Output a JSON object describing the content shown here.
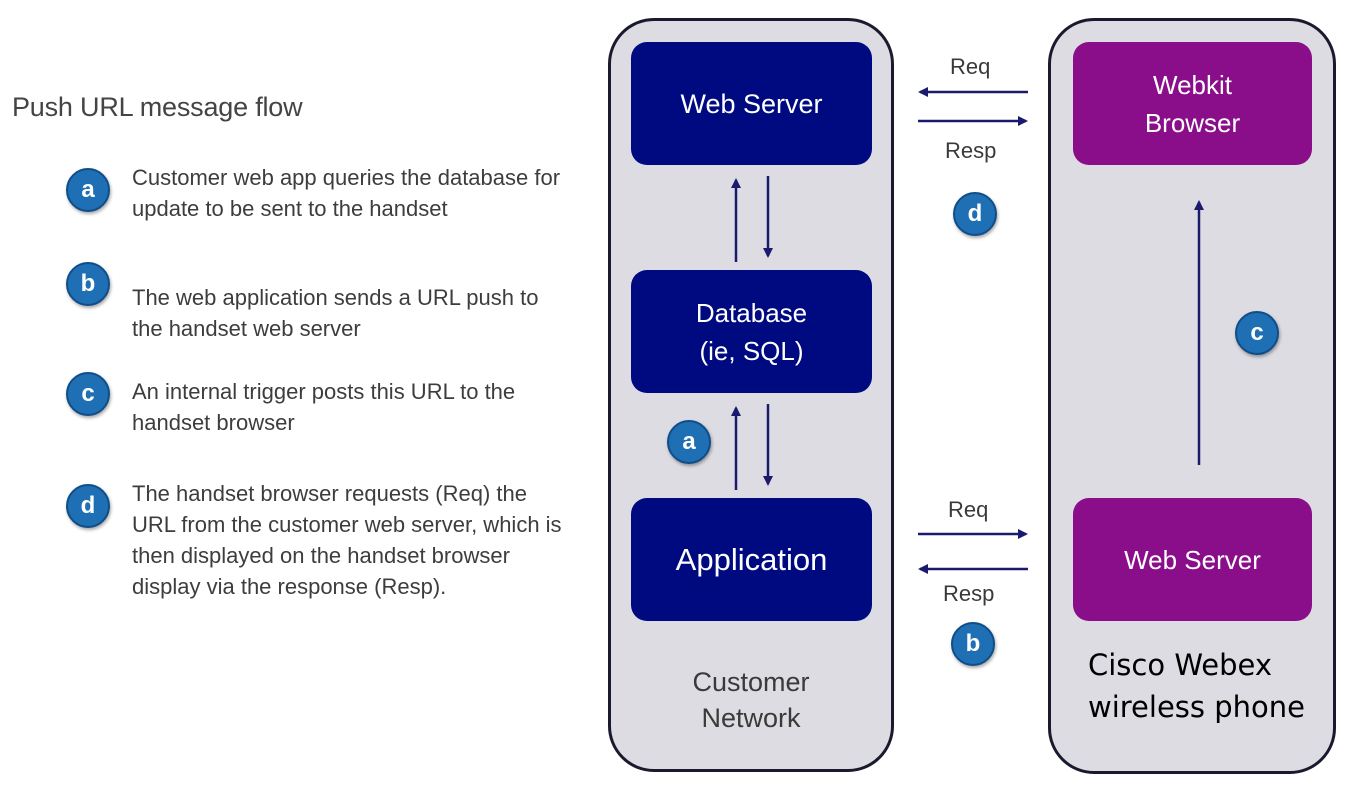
{
  "title": "Push URL message flow",
  "steps": [
    {
      "letter": "a",
      "text": "Customer web app queries the database for update to be sent to the handset"
    },
    {
      "letter": "b",
      "text": "The web application sends a URL push to the handset web server"
    },
    {
      "letter": "c",
      "text": "An internal trigger posts this URL to the handset browser"
    },
    {
      "letter": "d",
      "text": "The handset browser requests (Req) the URL from the customer web server, which is then displayed on the handset browser display via the response (Resp)."
    }
  ],
  "customer_network": {
    "caption_line1": "Customer",
    "caption_line2": "Network",
    "web_server": "Web Server",
    "database_line1": "Database",
    "database_line2": "(ie, SQL)",
    "application": "Application"
  },
  "phone": {
    "caption_line1": "Cisco Webex",
    "caption_line2": "wireless phone",
    "browser_line1": "Webkit",
    "browser_line2": "Browser",
    "web_server": "Web Server"
  },
  "flows": {
    "top_req": "Req",
    "top_resp": "Resp",
    "bottom_req": "Req",
    "bottom_resp": "Resp"
  },
  "markers": {
    "a": "a",
    "b": "b",
    "c": "c",
    "d": "d"
  },
  "colors": {
    "badge": "#1f6fb5",
    "customer_box": "#000a80",
    "phone_box": "#8a0d8a",
    "panel": "#dcdce2",
    "arrow": "#1a1a6e"
  }
}
